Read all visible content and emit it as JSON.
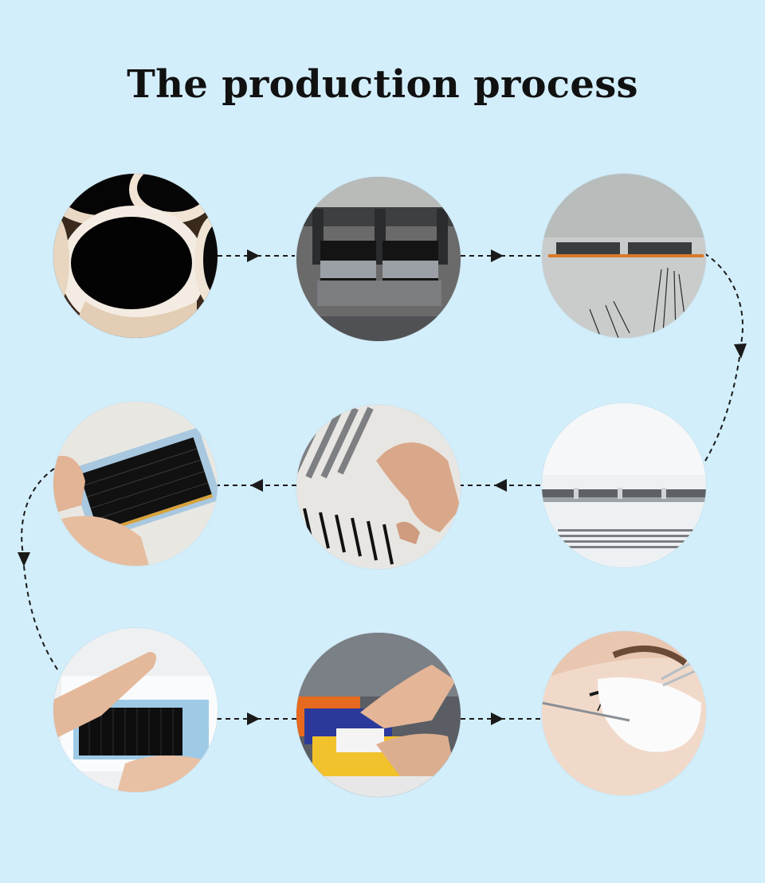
{
  "header": {
    "title": "The production process"
  },
  "steps": [
    {
      "icon": "lash-fiber-rolls-photo"
    },
    {
      "icon": "lash-sorting-machine-photo"
    },
    {
      "icon": "lash-strip-curing-photo"
    },
    {
      "icon": "lash-heat-setting-photo"
    },
    {
      "icon": "lash-rod-curling-photo"
    },
    {
      "icon": "lash-tray-inspection-photo"
    },
    {
      "icon": "boxed-lash-tray-photo"
    },
    {
      "icon": "packaging-shipping-photo"
    },
    {
      "icon": "eyelash-application-photo"
    }
  ],
  "colors": {
    "background": "#d3eefb",
    "arrow": "#1a1a1a",
    "title": "#111111"
  }
}
